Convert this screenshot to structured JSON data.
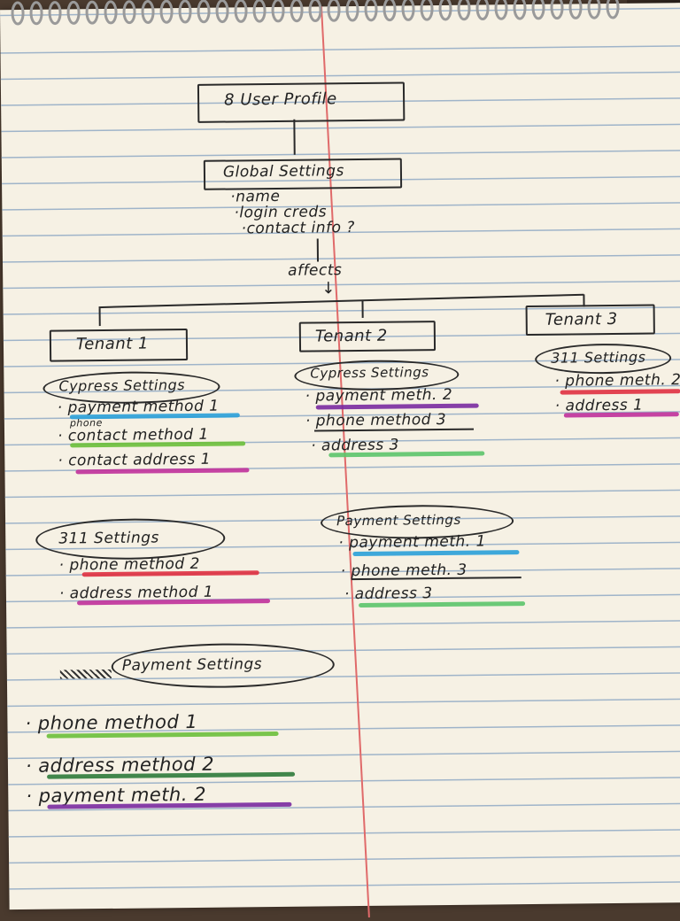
{
  "root": {
    "label": "8 User Profile"
  },
  "global": {
    "label": "Global Settings",
    "items": [
      "·name",
      "·login creds",
      "·contact info ?"
    ]
  },
  "affects_label": "affects",
  "tenants": [
    {
      "label": "Tenant 1"
    },
    {
      "label": "Tenant 2"
    },
    {
      "label": "Tenant 3"
    }
  ],
  "groups": {
    "t1_cypress": {
      "title": "Cypress Settings",
      "items": [
        "· payment method 1",
        "phone",
        "· contact method 1",
        "· contact address 1"
      ]
    },
    "t2_cypress": {
      "title": "Cypress Settings",
      "items": [
        "· payment meth. 2",
        "· phone method 3",
        "· address 3"
      ]
    },
    "t3_311": {
      "title": "311 Settings",
      "items": [
        "· phone meth. 2",
        "· address 1"
      ]
    },
    "t1_311": {
      "title": "311 Settings",
      "items": [
        "· phone method 2",
        "· address method 1"
      ]
    },
    "t2_payment": {
      "title": "Payment Settings",
      "items": [
        "· payment meth. 1",
        "· phone meth. 3",
        "· address 3"
      ]
    },
    "t1_payment": {
      "title": "Payment Settings",
      "items": [
        "· phone method 1",
        "· address method 2",
        "· payment meth. 2"
      ]
    }
  },
  "highlight_colors": {
    "blue": "#2aa0d8",
    "green": "#6cbf3a",
    "purple": "#7a2aa0",
    "magenta": "#c0309a",
    "red": "#e03040",
    "teal_green": "#5cc46a",
    "dark_green": "#2e7a3a"
  }
}
